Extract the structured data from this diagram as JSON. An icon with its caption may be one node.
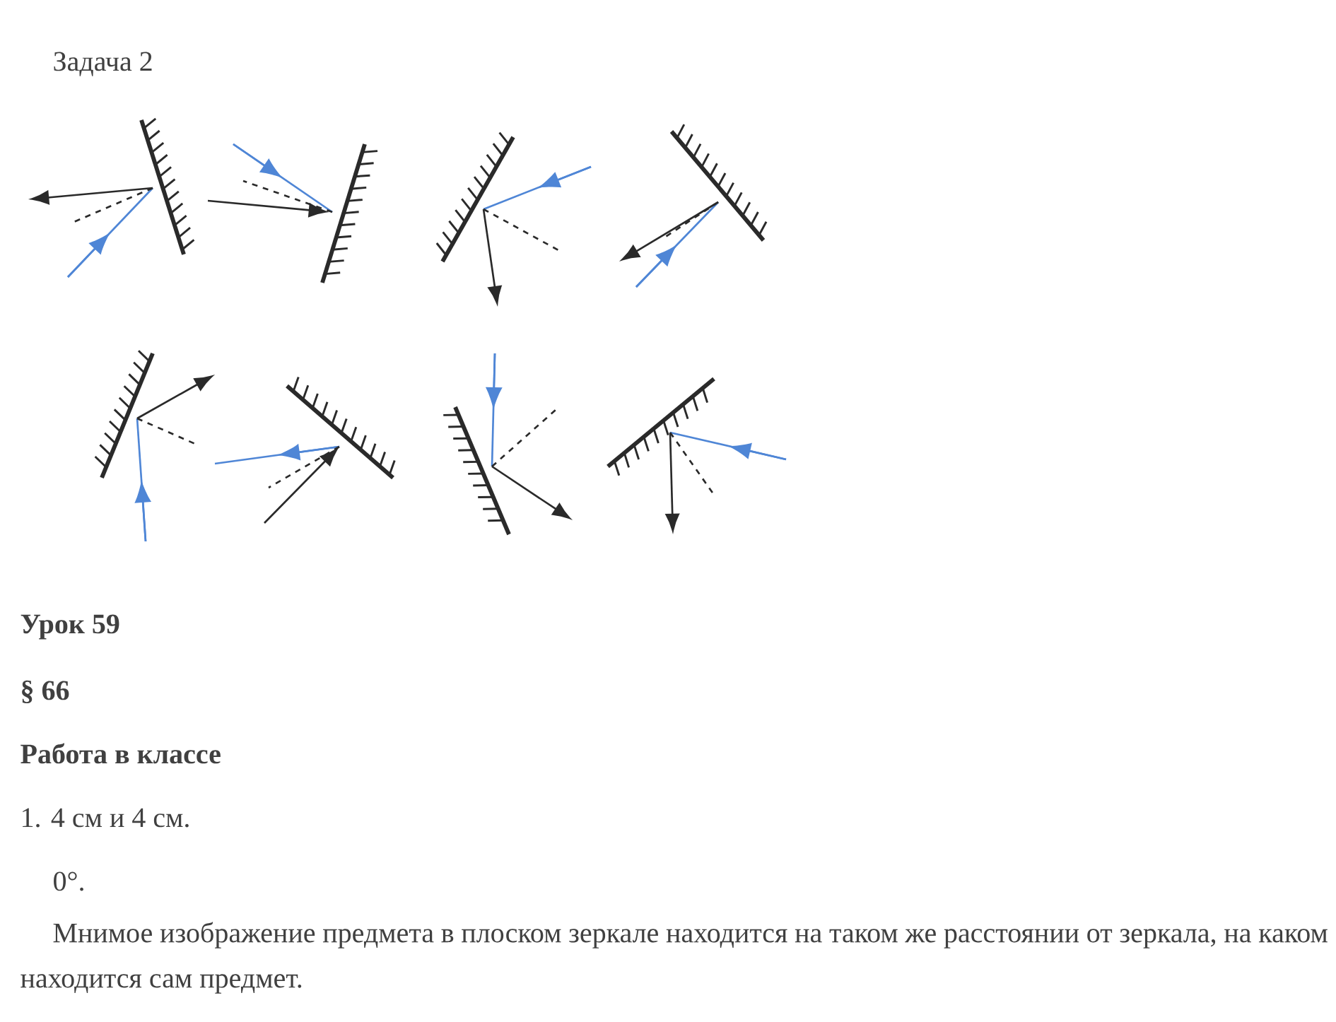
{
  "diagram": {
    "labels": [
      "Задача 2",
      "Урок 59",
      "§ 66",
      "Работа в классе",
      "1. 4 см и 4 см.",
      "0°.",
      "Мнимое изображение предмета в плоском зеркале находится на таком же расстоянии от зеркала, на каком находится сам предмет."
    ]
  }
}
